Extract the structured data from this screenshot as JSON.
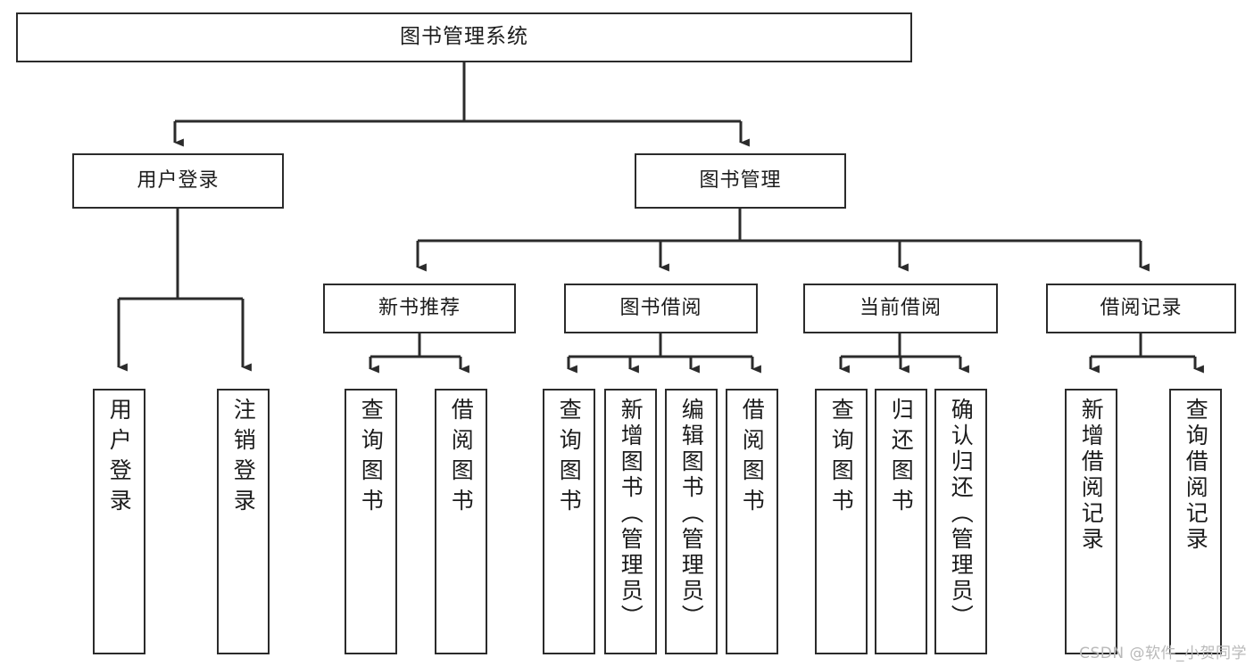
{
  "diagram": {
    "title": "图书管理系统",
    "type": "tree",
    "root": {
      "id": "root",
      "label": "图书管理系统"
    },
    "level1": [
      {
        "id": "user-login",
        "label": "用户登录"
      },
      {
        "id": "book-manage",
        "label": "图书管理"
      }
    ],
    "level2": [
      {
        "id": "new-book-rec",
        "label": "新书推荐"
      },
      {
        "id": "book-borrow",
        "label": "图书借阅"
      },
      {
        "id": "current-borrow",
        "label": "当前借阅"
      },
      {
        "id": "borrow-record",
        "label": "借阅记录"
      }
    ],
    "leaves": {
      "user-login": [
        {
          "id": "leaf-user-login",
          "label": "用户登录"
        },
        {
          "id": "leaf-logout",
          "label": "注销登录"
        }
      ],
      "new-book-rec": [
        {
          "id": "leaf-query-book-1",
          "label": "查询图书"
        },
        {
          "id": "leaf-borrow-book-1",
          "label": "借阅图书"
        }
      ],
      "book-borrow": [
        {
          "id": "leaf-query-book-2",
          "label": "查询图书"
        },
        {
          "id": "leaf-add-book",
          "label": "新增图书（管理员）"
        },
        {
          "id": "leaf-edit-book",
          "label": "编辑图书（管理员）"
        },
        {
          "id": "leaf-borrow-book-2",
          "label": "借阅图书"
        }
      ],
      "current-borrow": [
        {
          "id": "leaf-query-book-3",
          "label": "查询图书"
        },
        {
          "id": "leaf-return-book",
          "label": "归还图书"
        },
        {
          "id": "leaf-confirm-return",
          "label": "确认归还（管理员）"
        }
      ],
      "borrow-record": [
        {
          "id": "leaf-add-record",
          "label": "新增借阅记录"
        },
        {
          "id": "leaf-query-record",
          "label": "查询借阅记录"
        }
      ]
    }
  },
  "watermark": {
    "text": "CSDN @软件_小贺同学"
  },
  "colors": {
    "stroke": "#2b2b2b",
    "fill": "#ffffff",
    "text": "#1c1c1c",
    "watermark": "#b9b9b9"
  }
}
